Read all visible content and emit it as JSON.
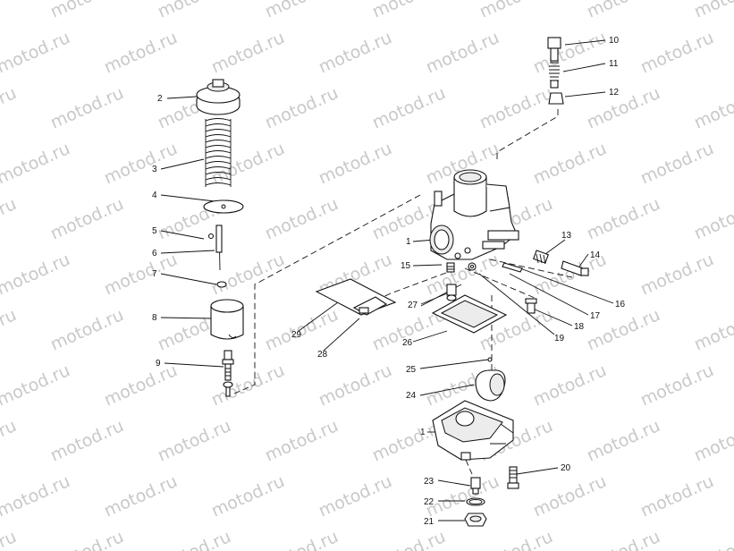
{
  "watermark": {
    "text": "motod.ru",
    "color": "#c9c9c9"
  },
  "diagram": {
    "labels": [
      {
        "id": "10",
        "text": "10"
      },
      {
        "id": "11",
        "text": "11"
      },
      {
        "id": "12",
        "text": "12"
      },
      {
        "id": "2",
        "text": "2"
      },
      {
        "id": "3",
        "text": "3"
      },
      {
        "id": "4",
        "text": "4"
      },
      {
        "id": "5",
        "text": "5"
      },
      {
        "id": "6",
        "text": "6"
      },
      {
        "id": "7",
        "text": "7"
      },
      {
        "id": "8",
        "text": "8"
      },
      {
        "id": "9",
        "text": "9"
      },
      {
        "id": "1a",
        "text": "1"
      },
      {
        "id": "13",
        "text": "13"
      },
      {
        "id": "14",
        "text": "14"
      },
      {
        "id": "15",
        "text": "15"
      },
      {
        "id": "16",
        "text": "16"
      },
      {
        "id": "17",
        "text": "17"
      },
      {
        "id": "18",
        "text": "18"
      },
      {
        "id": "19",
        "text": "19"
      },
      {
        "id": "27",
        "text": "27"
      },
      {
        "id": "26",
        "text": "26"
      },
      {
        "id": "29",
        "text": "29"
      },
      {
        "id": "28",
        "text": "28"
      },
      {
        "id": "25",
        "text": "25"
      },
      {
        "id": "24",
        "text": "24"
      },
      {
        "id": "1b",
        "text": "1"
      },
      {
        "id": "20",
        "text": "20"
      },
      {
        "id": "23",
        "text": "23"
      },
      {
        "id": "22",
        "text": "22"
      },
      {
        "id": "21",
        "text": "21"
      }
    ]
  }
}
